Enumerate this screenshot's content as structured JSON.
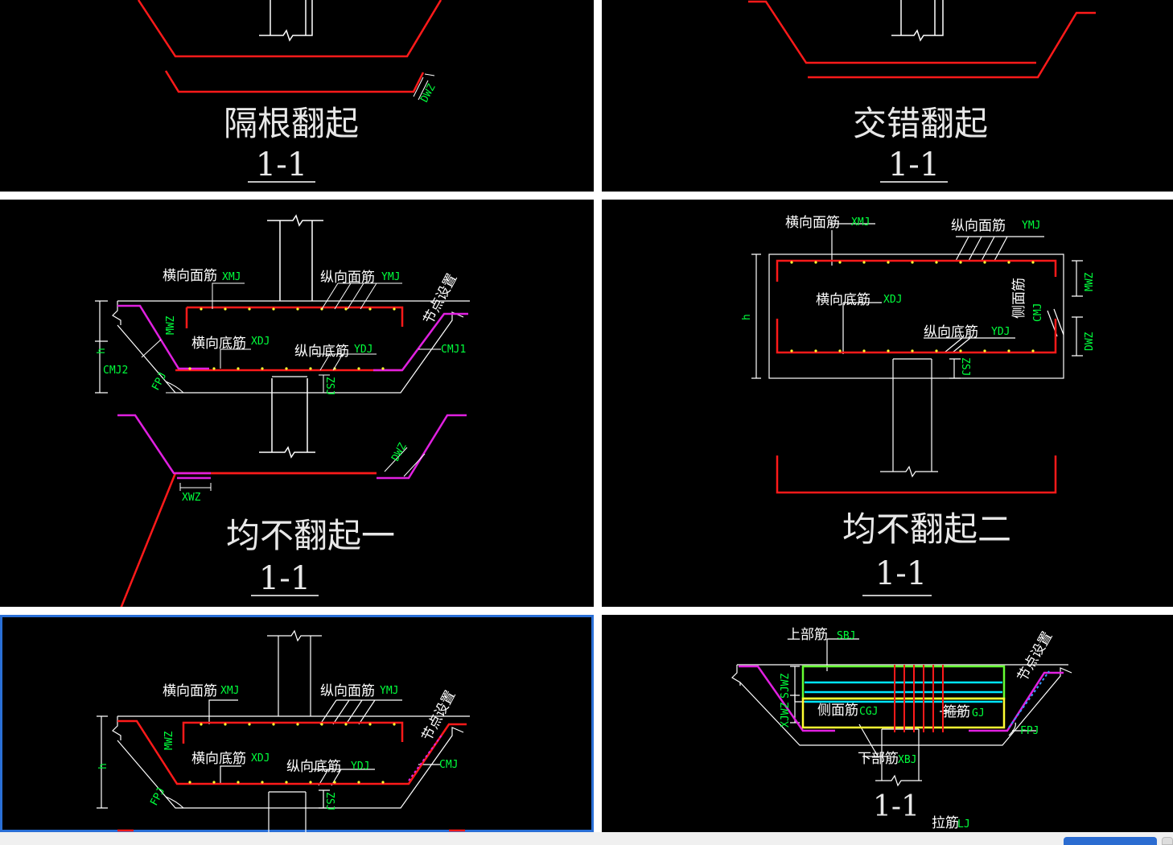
{
  "panels": {
    "p1": {
      "title": "隔根翻起",
      "section": "1-1",
      "code_dwz": "DWZ"
    },
    "p2": {
      "title": "交错翻起",
      "section": "1-1"
    },
    "p3": {
      "title": "均不翻起一",
      "section": "1-1",
      "lbl_xmj": "横向面筋",
      "code_xmj": "XMJ",
      "lbl_ymj": "纵向面筋",
      "code_ymj": "YMJ",
      "lbl_xdj": "横向底筋",
      "code_xdj": "XDJ",
      "lbl_ydj": "纵向底筋",
      "code_ydj": "YDJ",
      "lbl_node": "节点设置",
      "code_mwz": "MWZ",
      "code_cmj1": "CMJ1",
      "code_cmj2": "CMJ2",
      "code_fpj": "FPJ",
      "code_zsj": "ZSJ",
      "code_h": "h",
      "code_dwz": "DWZ",
      "code_xwz": "XWZ"
    },
    "p4": {
      "title": "均不翻起二",
      "section": "1-1",
      "lbl_xmj": "横向面筋",
      "code_xmj": "XMJ",
      "lbl_ymj": "纵向面筋",
      "code_ymj": "YMJ",
      "lbl_xdj": "横向底筋",
      "code_xdj": "XDJ",
      "lbl_ydj": "纵向底筋",
      "code_ydj": "YDJ",
      "lbl_side": "侧面筋",
      "code_cmj": "CMJ",
      "code_mwz": "MWZ",
      "code_dwz": "DWZ",
      "code_zsj": "ZSJ",
      "code_h": "h"
    },
    "p5": {
      "lbl_xmj": "横向面筋",
      "code_xmj": "XMJ",
      "lbl_ymj": "纵向面筋",
      "code_ymj": "YMJ",
      "lbl_xdj": "横向底筋",
      "code_xdj": "XDJ",
      "lbl_ydj": "纵向底筋",
      "code_ydj": "YDJ",
      "lbl_node": "节点设置",
      "code_mwz": "MWZ",
      "code_cmj": "CMJ",
      "code_fpj": "FPJ",
      "code_zsj": "ZSJ",
      "code_h": "h"
    },
    "p6": {
      "section": "1-1",
      "lbl_sbj": "上部筋",
      "code_sbj": "SBJ",
      "lbl_cgj": "侧面筋",
      "code_cgj": "CGJ",
      "lbl_gj": "箍筋",
      "code_gj": "GJ",
      "lbl_xbj": "下部筋",
      "code_xbj": "XBJ",
      "lbl_lj": "拉筋",
      "code_lj": "LJ",
      "lbl_node": "节点设置",
      "code_fpj": "FPJ",
      "code_sjwz": "SJWZ",
      "code_xjwz": "XJWZ"
    }
  },
  "colors": {
    "rebar": "#ff1a1a",
    "bend": "#e020e0",
    "code": "#00ff3c",
    "outline": "#ffffff",
    "frame": "#2a6fd6"
  }
}
